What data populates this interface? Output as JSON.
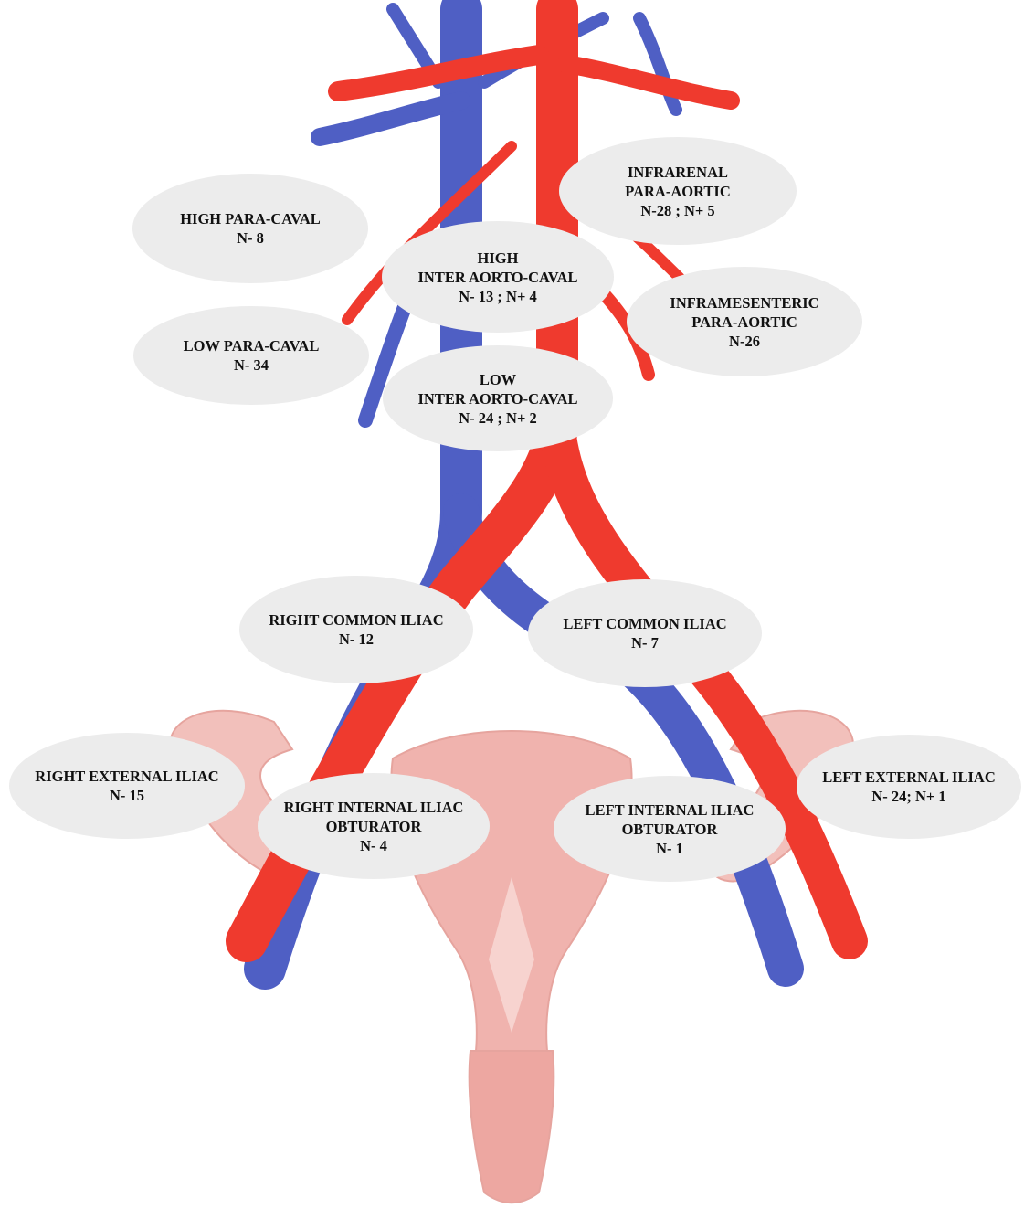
{
  "colors": {
    "artery": "#ef3a2e",
    "vein": "#4f5fc4",
    "uterus": "#f0b3ae",
    "label_bg": "#ececec",
    "label_text": "#111111"
  },
  "nodes": {
    "high_para_caval": {
      "lines": [
        "HIGH PARA-CAVAL",
        "N- 8"
      ]
    },
    "infrarenal_para_aortic": {
      "lines": [
        "INFRARENAL",
        "PARA-AORTIC",
        "N-28 ; N+ 5"
      ]
    },
    "high_inter_aorto_caval": {
      "lines": [
        "HIGH",
        "INTER AORTO-CAVAL",
        "N- 13 ; N+ 4"
      ]
    },
    "inframesenteric_para_aortic": {
      "lines": [
        "INFRAMESENTERIC",
        "PARA-AORTIC",
        "N-26"
      ]
    },
    "low_para_caval": {
      "lines": [
        "LOW PARA-CAVAL",
        "N- 34"
      ]
    },
    "low_inter_aorto_caval": {
      "lines": [
        "LOW",
        "INTER AORTO-CAVAL",
        "N- 24 ; N+ 2"
      ]
    },
    "right_common_iliac": {
      "lines": [
        "RIGHT COMMON ILIAC",
        "N- 12"
      ]
    },
    "left_common_iliac": {
      "lines": [
        "LEFT COMMON ILIAC",
        "N- 7"
      ]
    },
    "right_external_iliac": {
      "lines": [
        "RIGHT EXTERNAL ILIAC",
        "N- 15"
      ]
    },
    "right_internal_iliac_obturator": {
      "lines": [
        "RIGHT INTERNAL ILIAC",
        "OBTURATOR",
        "N- 4"
      ]
    },
    "left_internal_iliac_obturator": {
      "lines": [
        "LEFT INTERNAL ILIAC",
        "OBTURATOR",
        "N- 1"
      ]
    },
    "left_external_iliac": {
      "lines": [
        "LEFT EXTERNAL ILIAC",
        "N- 24; N+ 1"
      ]
    }
  }
}
